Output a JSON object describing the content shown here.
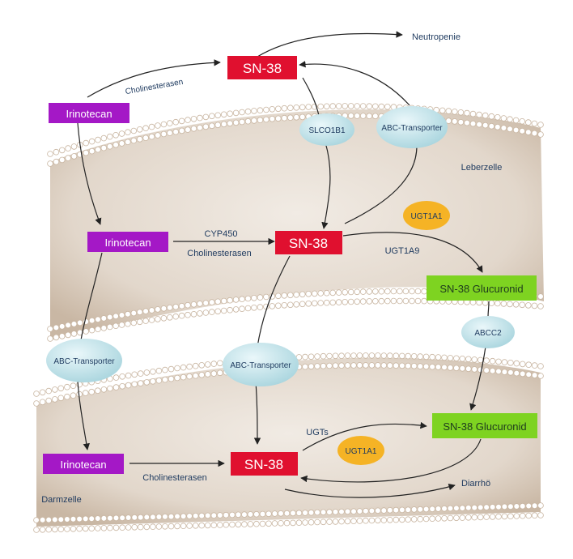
{
  "colors": {
    "cell_fill": "#e3d9ce",
    "cell_edge": "#b9a692",
    "membrane_dot": "#ffffff",
    "membrane_dot_stroke": "#c9b6a2",
    "sn38_box": "#e0102f",
    "irinotecan_box": "#a418c6",
    "glucuronid_box": "#7ed321",
    "transporter_ellipse": "#bfe2e9",
    "ugt_ellipse": "#f5b325",
    "label_text": "#1e3a5f",
    "arrow": "#222222"
  },
  "compartments": {
    "liver_cell": "Leberzelle",
    "intestinal_cell": "Darmzelle"
  },
  "compounds": {
    "sn38_blood": "SN-38",
    "sn38_liver": "SN-38",
    "sn38_gut": "SN-38",
    "irinotecan_blood": "Irinotecan",
    "irinotecan_liver": "Irinotecan",
    "irinotecan_gut": "Irinotecan",
    "glucuronid_liver": "SN-38 Glucuronid",
    "glucuronid_gut": "SN-38 Glucuronid"
  },
  "transporters": {
    "slco1b1": "SLCO1B1",
    "abc_liver_top": "ABC-Transporter",
    "abcc2": "ABCC2",
    "abc_left": "ABC-Transporter",
    "abc_center": "ABC-Transporter"
  },
  "enzymes": {
    "ugt1a1_liver": "UGT1A1",
    "ugt1a1_gut": "UGT1A1"
  },
  "labels": {
    "cholinesterasen_top": "Cholinesterasen",
    "cyp450": "CYP450",
    "cholinesterasen_liver": "Cholinesterasen",
    "ugt1a9": "UGT1A9",
    "ugts": "UGTs",
    "cholinesterasen_gut": "Cholinesterasen"
  },
  "outcomes": {
    "neutropenie": "Neutropenie",
    "diarrhoe": "Diarrhö"
  }
}
